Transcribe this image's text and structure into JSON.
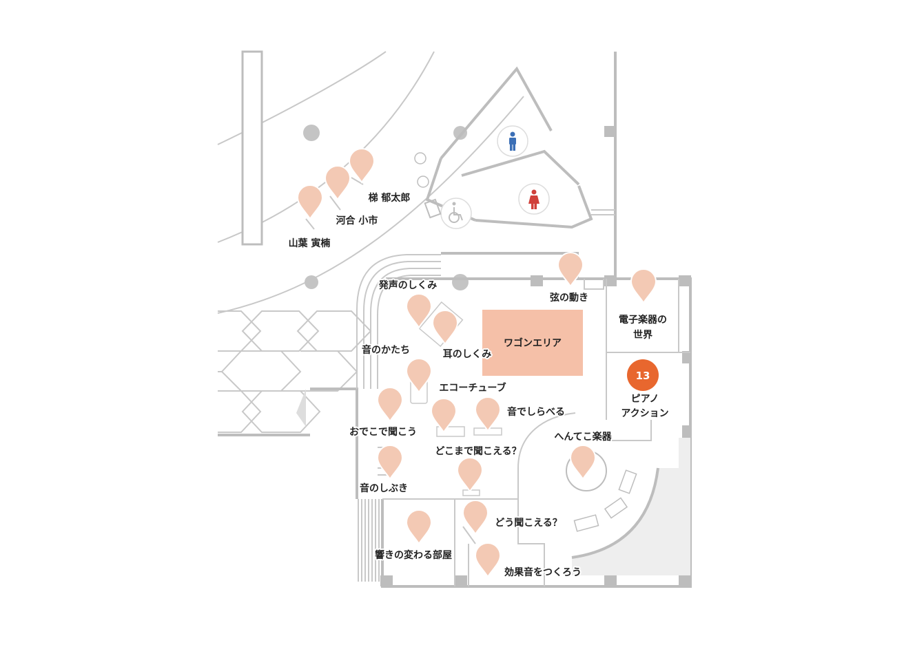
{
  "map": {
    "wagon_area": "ワゴンエリア",
    "exhibit_number": "13",
    "highlight_color": "#e8672e",
    "pin_color": "#f3c9b4",
    "wagon_color": "#f5c0a8",
    "labels": {
      "kakehashi": "梯 郁太郎",
      "kawai": "河合 小市",
      "yamaha": "山葉 寅楠",
      "hassei": "発声のしくみ",
      "gen": "弦の動き",
      "denshi1": "電子楽器の",
      "denshi2": "世界",
      "oto_katachi": "音のかたち",
      "mimi": "耳のしくみ",
      "echo": "エコーチューブ",
      "piano1": "ピアノ",
      "piano2": "アクション",
      "shiraberu": "音でしらべる",
      "odeko": "おでこで聞こう",
      "hentekko": "へんてこ楽器",
      "dokomade": "どこまで聞こえる？",
      "shibuki": "音のしぶき",
      "dou": "どう聞こえる？",
      "hibiki": "響きの変わる部屋",
      "kouka": "効果音をつくろう"
    },
    "icons": {
      "male": "male-restroom-icon",
      "female": "female-restroom-icon",
      "wheelchair": "wheelchair-icon"
    }
  }
}
